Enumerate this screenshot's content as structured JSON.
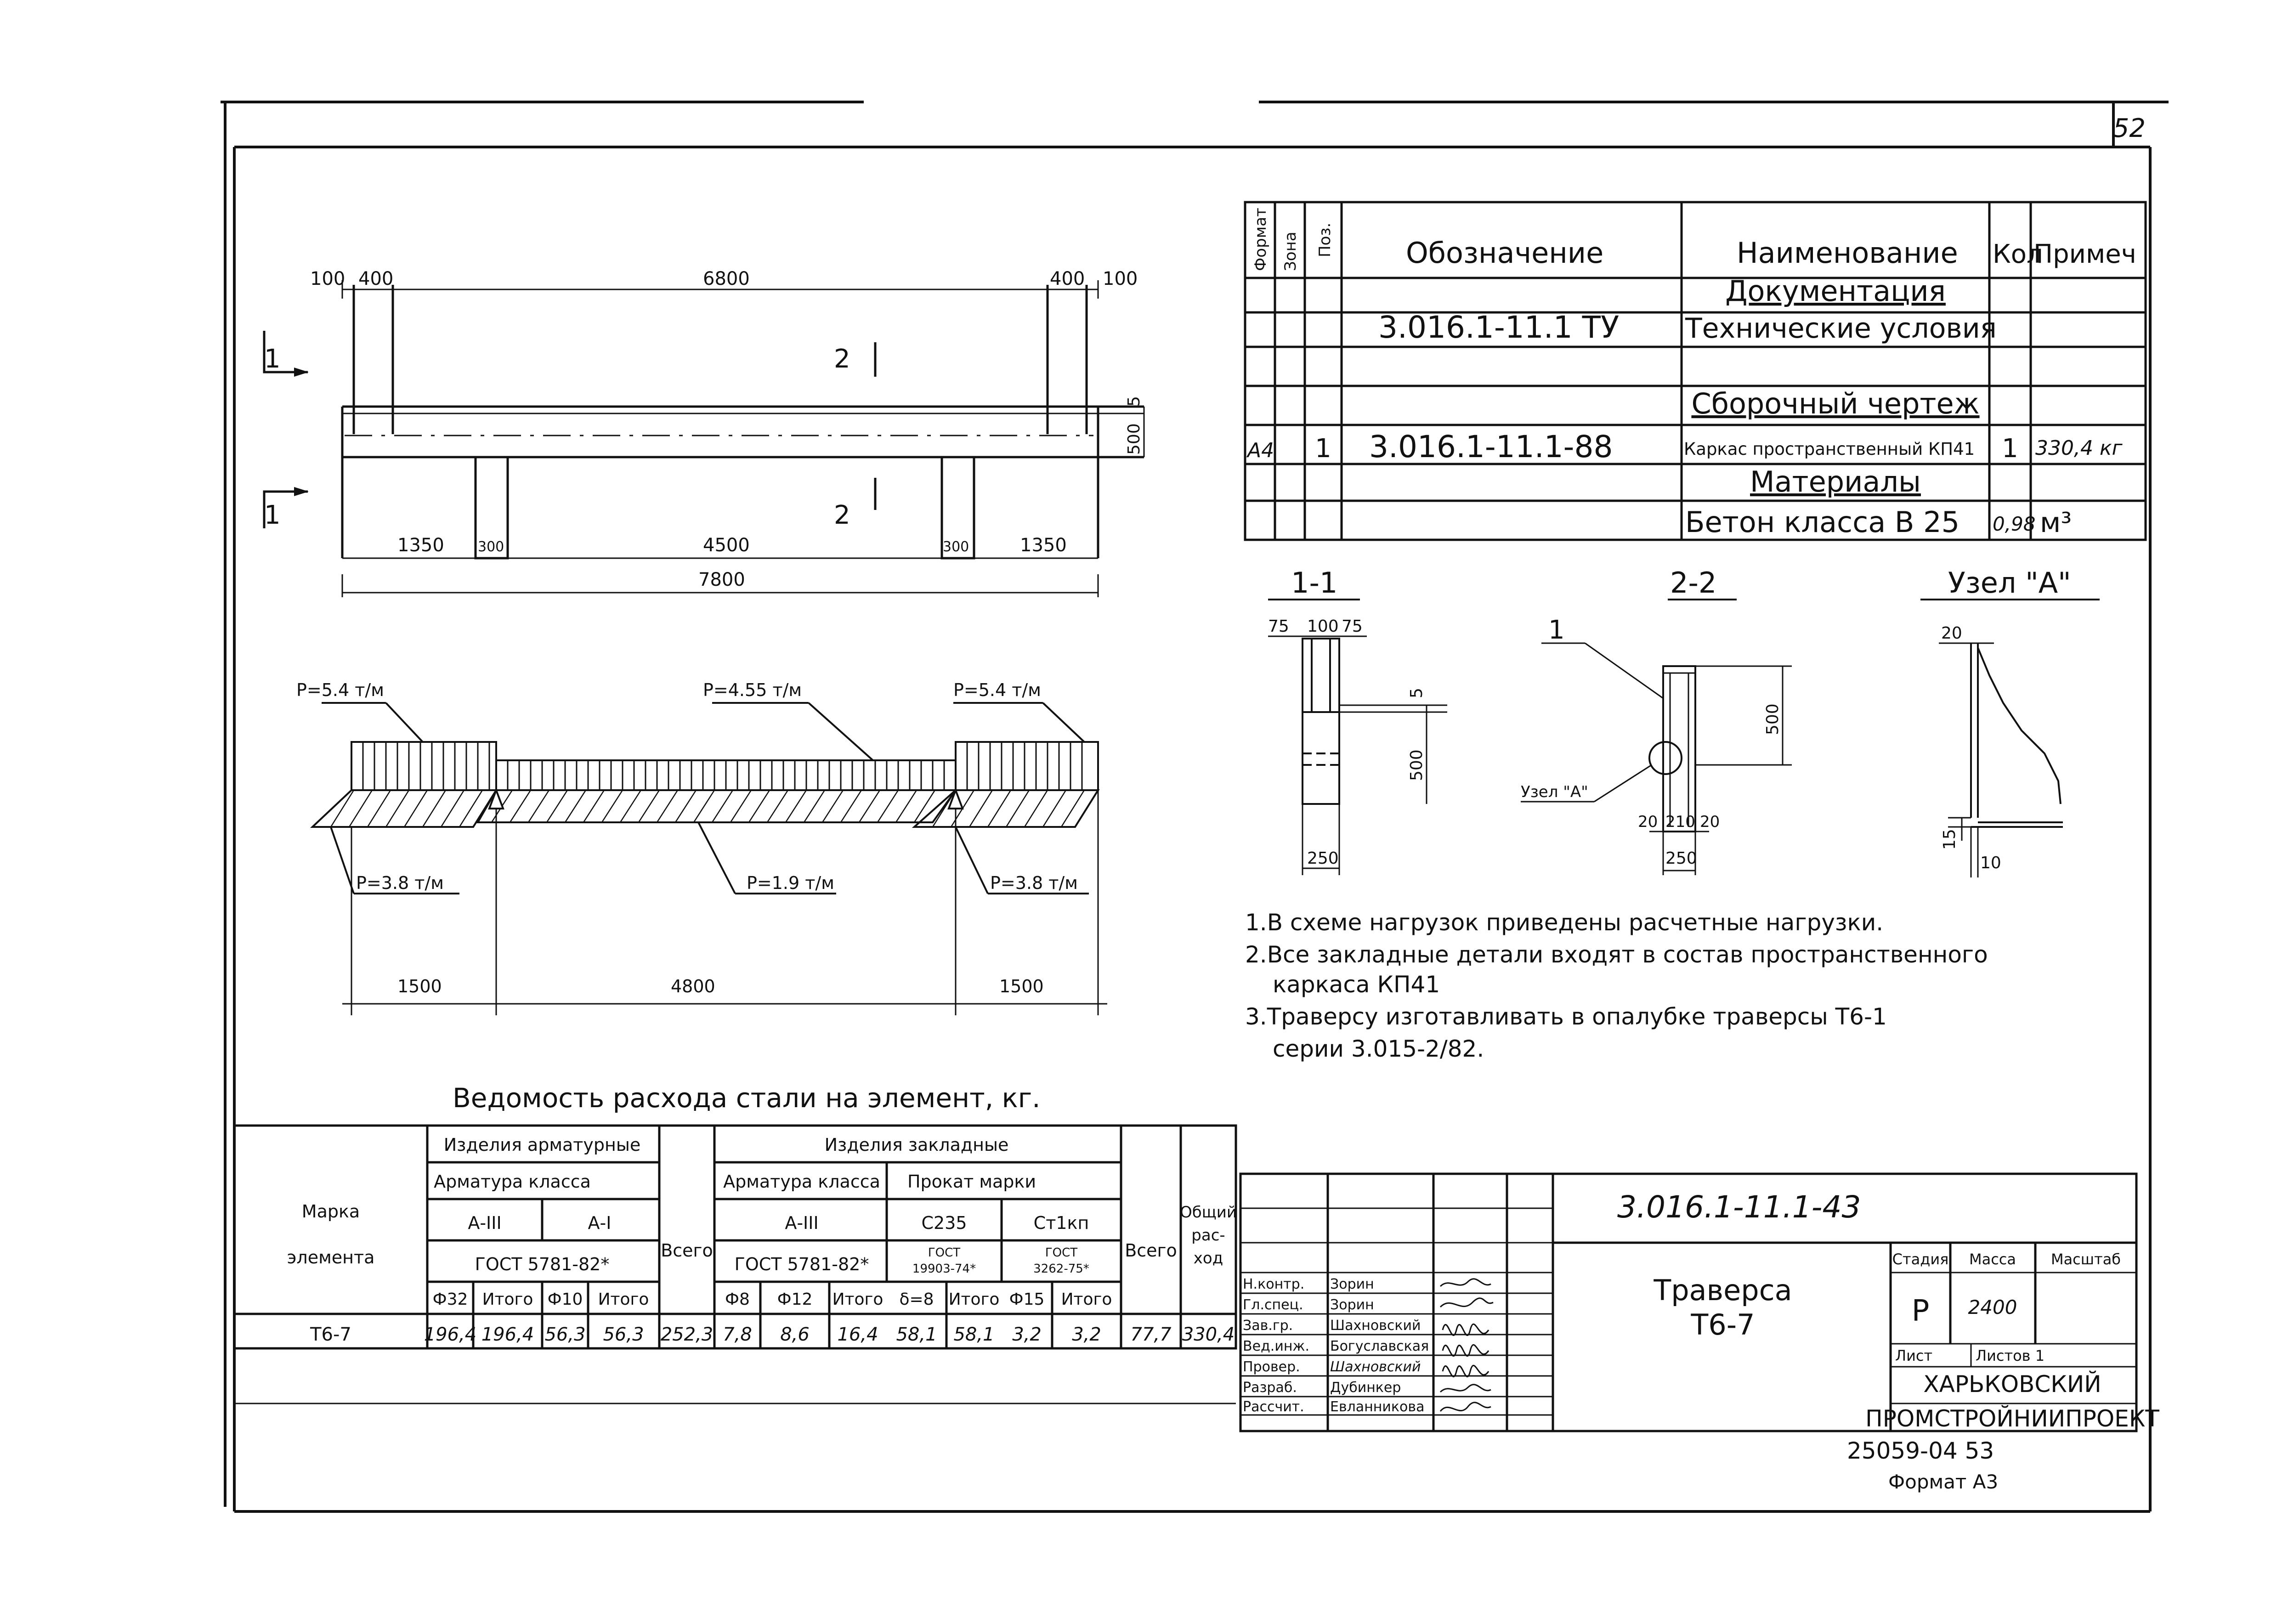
{
  "page": {
    "sheet_number": "52",
    "archive_number": "25059-04 53",
    "format_label": "Формат А3"
  },
  "spec": {
    "headers": [
      "Формат",
      "Зона",
      "Поз.",
      "Обозначение",
      "Наименование",
      "Кол",
      "Примеч"
    ],
    "section_documentation": "Документация",
    "doc_designation": "3.016.1-11.1 ТУ",
    "doc_name": "Технические условия",
    "section_assembly": "Сборочный чертеж",
    "asm_format": "А4",
    "asm_pos": "1",
    "asm_designation": "3.016.1-11.1-88",
    "asm_name": "Каркас пространственный КП41",
    "asm_qty": "1",
    "asm_note": "330,4 кг",
    "section_materials": "Материалы",
    "mat_name": "Бетон класса В 25",
    "mat_qty": "0,98",
    "mat_unit": "м³"
  },
  "elevation": {
    "top_dims": [
      "100",
      "400",
      "6800",
      "400",
      "100"
    ],
    "bottom_dims": [
      "1350",
      "300",
      "4500",
      "300",
      "1350"
    ],
    "total": "7800",
    "right_dims": [
      "5",
      "500"
    ],
    "section_mark_1": "1",
    "section_mark_2": "2"
  },
  "load_diagram": {
    "top_loads": [
      "P=5.4 т/м",
      "P=4.55 т/м",
      "P=5.4 т/м"
    ],
    "bottom_loads": [
      "P=3.8 т/м",
      "P=1.9 т/м",
      "P=3.8 т/м"
    ],
    "spans": [
      "1500",
      "4800",
      "1500"
    ]
  },
  "sections": {
    "title_1": "1-1",
    "title_2": "2-2",
    "title_node": "Узел \"А\"",
    "s1_dims": [
      "75",
      "100",
      "75",
      "5",
      "500",
      "250"
    ],
    "s2_leader": "1",
    "s2_node": "Узел \"А\"",
    "s2_dims": [
      "500",
      "20",
      "210",
      "20",
      "250"
    ],
    "node_dims": [
      "20",
      "15",
      "10"
    ]
  },
  "notes": [
    "1.В схеме нагрузок приведены расчетные нагрузки.",
    "2.Все закладные детали входят в состав пространственного",
    "каркаса КП41",
    "3.Траверсу изготавливать в опалубке траверсы Т6-1",
    "серии 3.015-2/82."
  ],
  "steel": {
    "title": "Ведомость расхода стали на элемент, кг.",
    "mark_header": [
      "Марка",
      "элемента"
    ],
    "group_reinf": "Изделия арматурные",
    "group_embed": "Изделия закладные",
    "reinf_class": "Арматура класса",
    "embed_class": "Арматура класса",
    "rolled": "Прокат марки",
    "class_a3": "А-III",
    "class_a1": "А-I",
    "class_a3_embed": "А-III",
    "steel_c235": "С235",
    "steel_st1kp": "Ст1кп",
    "gost_5781_reinf": "ГОСТ 5781-82*",
    "gost_5781_embed": "ГОСТ 5781-82*",
    "gost_19903": [
      "ГОСТ",
      "19903-74*"
    ],
    "gost_3262": [
      "ГОСТ",
      "3262-75*"
    ],
    "total": "Всего",
    "total_embed": "Всего",
    "overall": [
      "Общий",
      "рас-",
      "ход"
    ],
    "cols": [
      "Ф32",
      "Итого",
      "Ф10",
      "Итого",
      "Ф8",
      "Ф12",
      "Итого",
      "δ=8",
      "Итого",
      "Ф15",
      "Итого"
    ],
    "row": {
      "mark": "Т6-7",
      "f32": "196,4",
      "it1": "196,4",
      "f10": "56,3",
      "it2": "56,3",
      "tot1": "252,3",
      "f8": "7,8",
      "f12": "8,6",
      "it3": "16,4",
      "d8": "58,1",
      "it4": "58,1",
      "f15": "3,2",
      "it5": "3,2",
      "tot2": "77,7",
      "overall": "330,4"
    }
  },
  "title_block": {
    "code": "3.016.1-11.1-43",
    "name_lines": [
      "Траверса",
      "Т6-7"
    ],
    "roles": [
      "Н.контр.",
      "Гл.спец.",
      "Зав.гр.",
      "Вед.инж.",
      "Провер.",
      "Разраб.",
      "Рассчит."
    ],
    "people": [
      "Зорин",
      "Зорин",
      "Шахновский",
      "Богуславская",
      "Шахновский",
      "Дубинкер",
      "Евланникова"
    ],
    "stage_h": "Стадия",
    "mass_h": "Масса",
    "scale_h": "Масштаб",
    "stage": "Р",
    "mass": "2400",
    "sheet_h": "Лист",
    "sheets_h": "Листов 1",
    "org": [
      "ХАРЬКОВСКИЙ",
      "ПРОМСТРОЙНИИПРОЕКТ"
    ]
  }
}
